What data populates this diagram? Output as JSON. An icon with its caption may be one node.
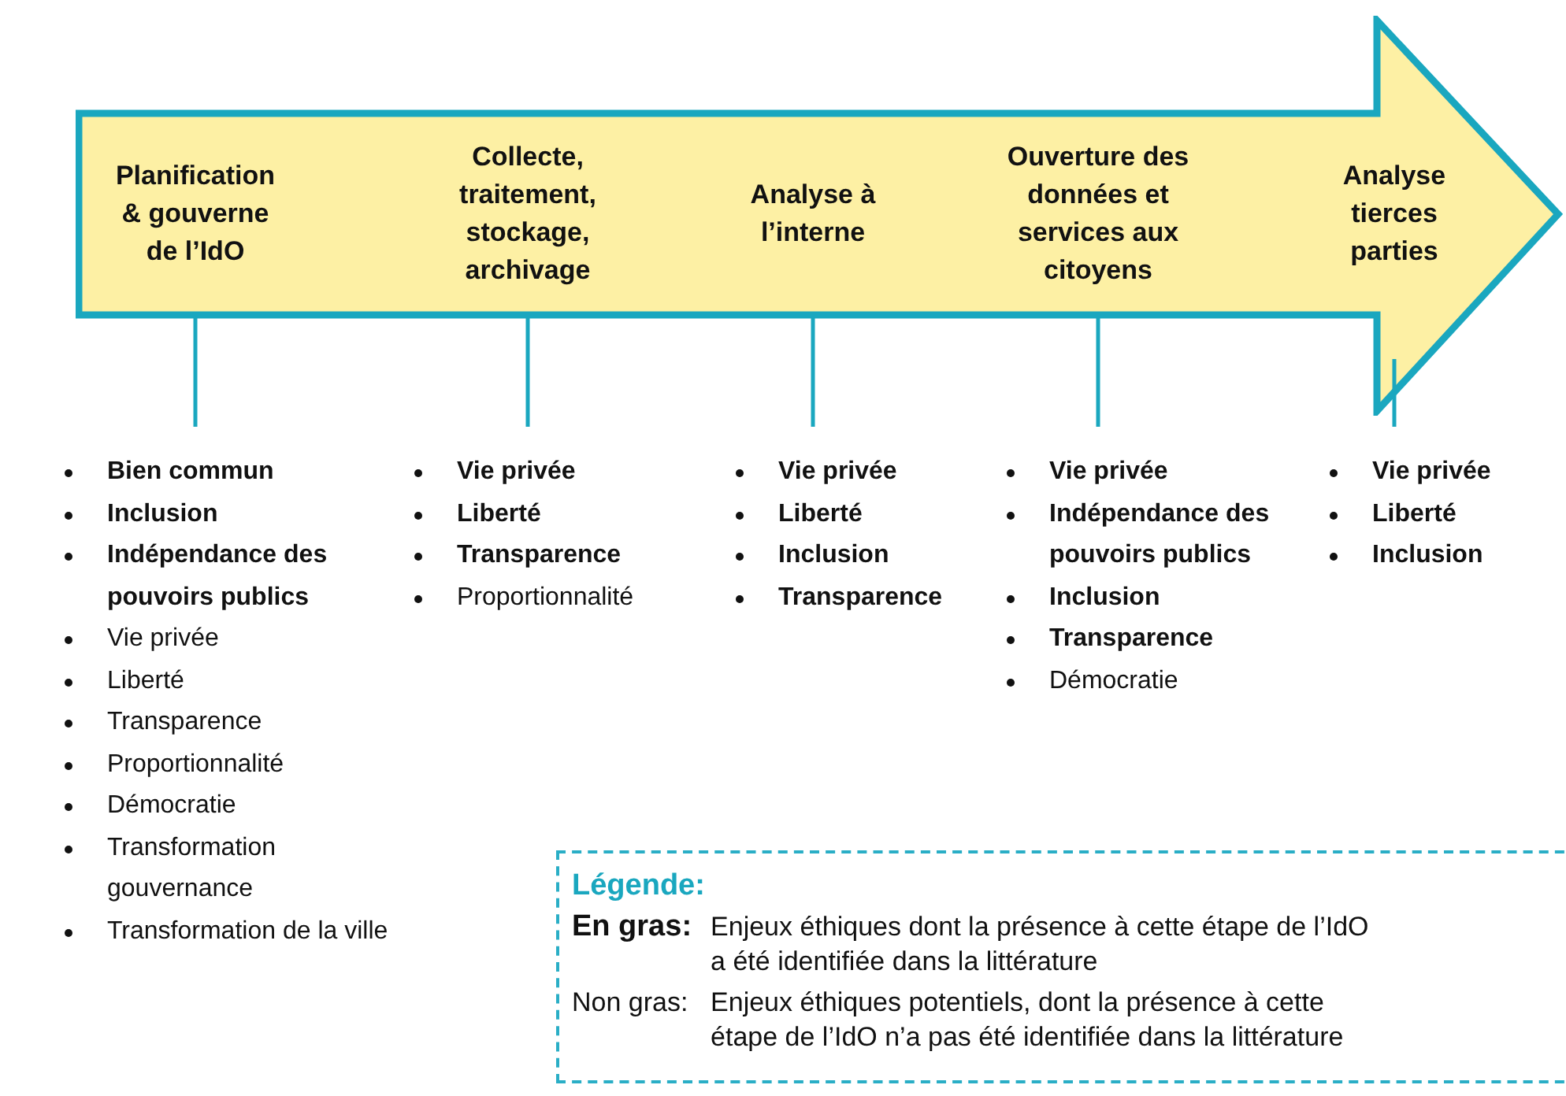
{
  "diagram": {
    "nodes": [
      {
        "text": [],
        "shape": "arrow"
      },
      {
        "text": [
          "Planification & gouverne de l’IdO"
        ],
        "in": 0
      },
      {
        "text": [
          "Collecte, traitement, stockage, archivage"
        ],
        "in": 0
      },
      {
        "text": [
          "Analyse à l’interne"
        ],
        "in": 0
      },
      {
        "text": [
          "Ouverture des données et services aux citoyens"
        ],
        "in": 0
      },
      {
        "text": [
          "Analyse tierces parties"
        ],
        "in": 0
      },
      {
        "text": [
          "**Bien commun**",
          "**Inclusion**",
          "**Indépendance des pouvoirs publics**",
          "Vie privée",
          "Liberté",
          "Transparence",
          "Proportionnalité",
          "Démocratie",
          "Transformation gouvernance",
          "Transformation de la ville"
        ]
      },
      {
        "text": [
          "**Vie privée**",
          "**Liberté**",
          "**Transparence**",
          "Proportionnalité"
        ]
      },
      {
        "text": [
          "**Vie privée**",
          "**Liberté**",
          "**Inclusion**",
          "**Transparence**"
        ]
      },
      {
        "text": [
          "**Vie privée**",
          "**Indépendance des pouvoirs publics**",
          "**Inclusion**",
          "**Transparence**",
          "Démocratie"
        ]
      },
      {
        "text": [
          "**Vie privée**",
          "**Liberté**",
          "**Inclusion**"
        ]
      }
    ],
    "edges": [
      {
        "from": 1,
        "to": 6,
        "arrow": "none"
      },
      {
        "from": 2,
        "to": 7,
        "arrow": "none"
      },
      {
        "from": 3,
        "to": 8,
        "arrow": "none"
      },
      {
        "from": 4,
        "to": 9,
        "arrow": "none"
      },
      {
        "from": 5,
        "to": 10,
        "arrow": "none"
      }
    ],
    "labels": [
      "Légende:",
      "En gras:",
      "Enjeux éthiques dont la présence à cette étape de l’IdO a été identifiée dans la littérature",
      "Non gras:",
      "Enjeux éthiques potentiels, dont la présence à cette étape de l’IdO n’a pas été identifiée dans la littérature"
    ]
  }
}
